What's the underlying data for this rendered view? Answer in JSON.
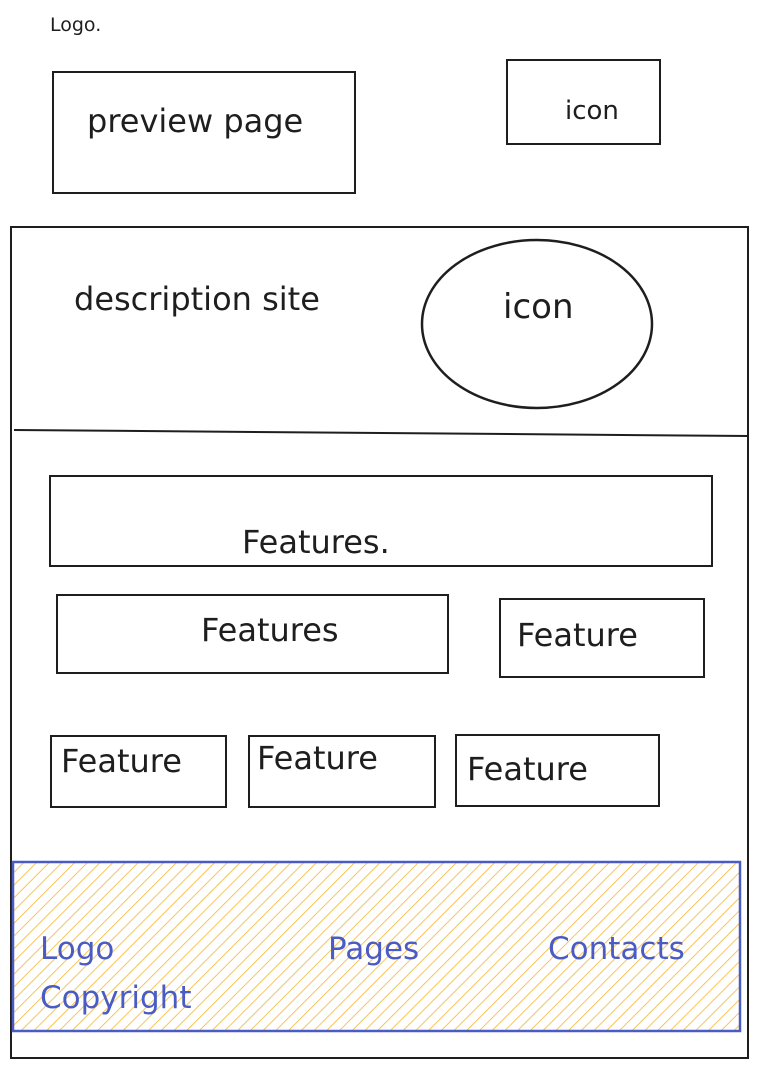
{
  "header": {
    "logo_text": "Logo.",
    "preview_label": "preview page",
    "icon_label": "icon"
  },
  "hero": {
    "description": "description site",
    "icon_label": "icon"
  },
  "features": {
    "wide": "Features.",
    "medium": "Features",
    "small_right": "Feature",
    "row": [
      "Feature",
      "Feature",
      "Feature"
    ]
  },
  "footer": {
    "logo": "Logo",
    "copyright": "Copyright",
    "pages": "Pages",
    "contacts": "Contacts",
    "fill_color": "#f5b731",
    "border_color": "#4a5bc4",
    "text_color": "#4a5bc4"
  }
}
